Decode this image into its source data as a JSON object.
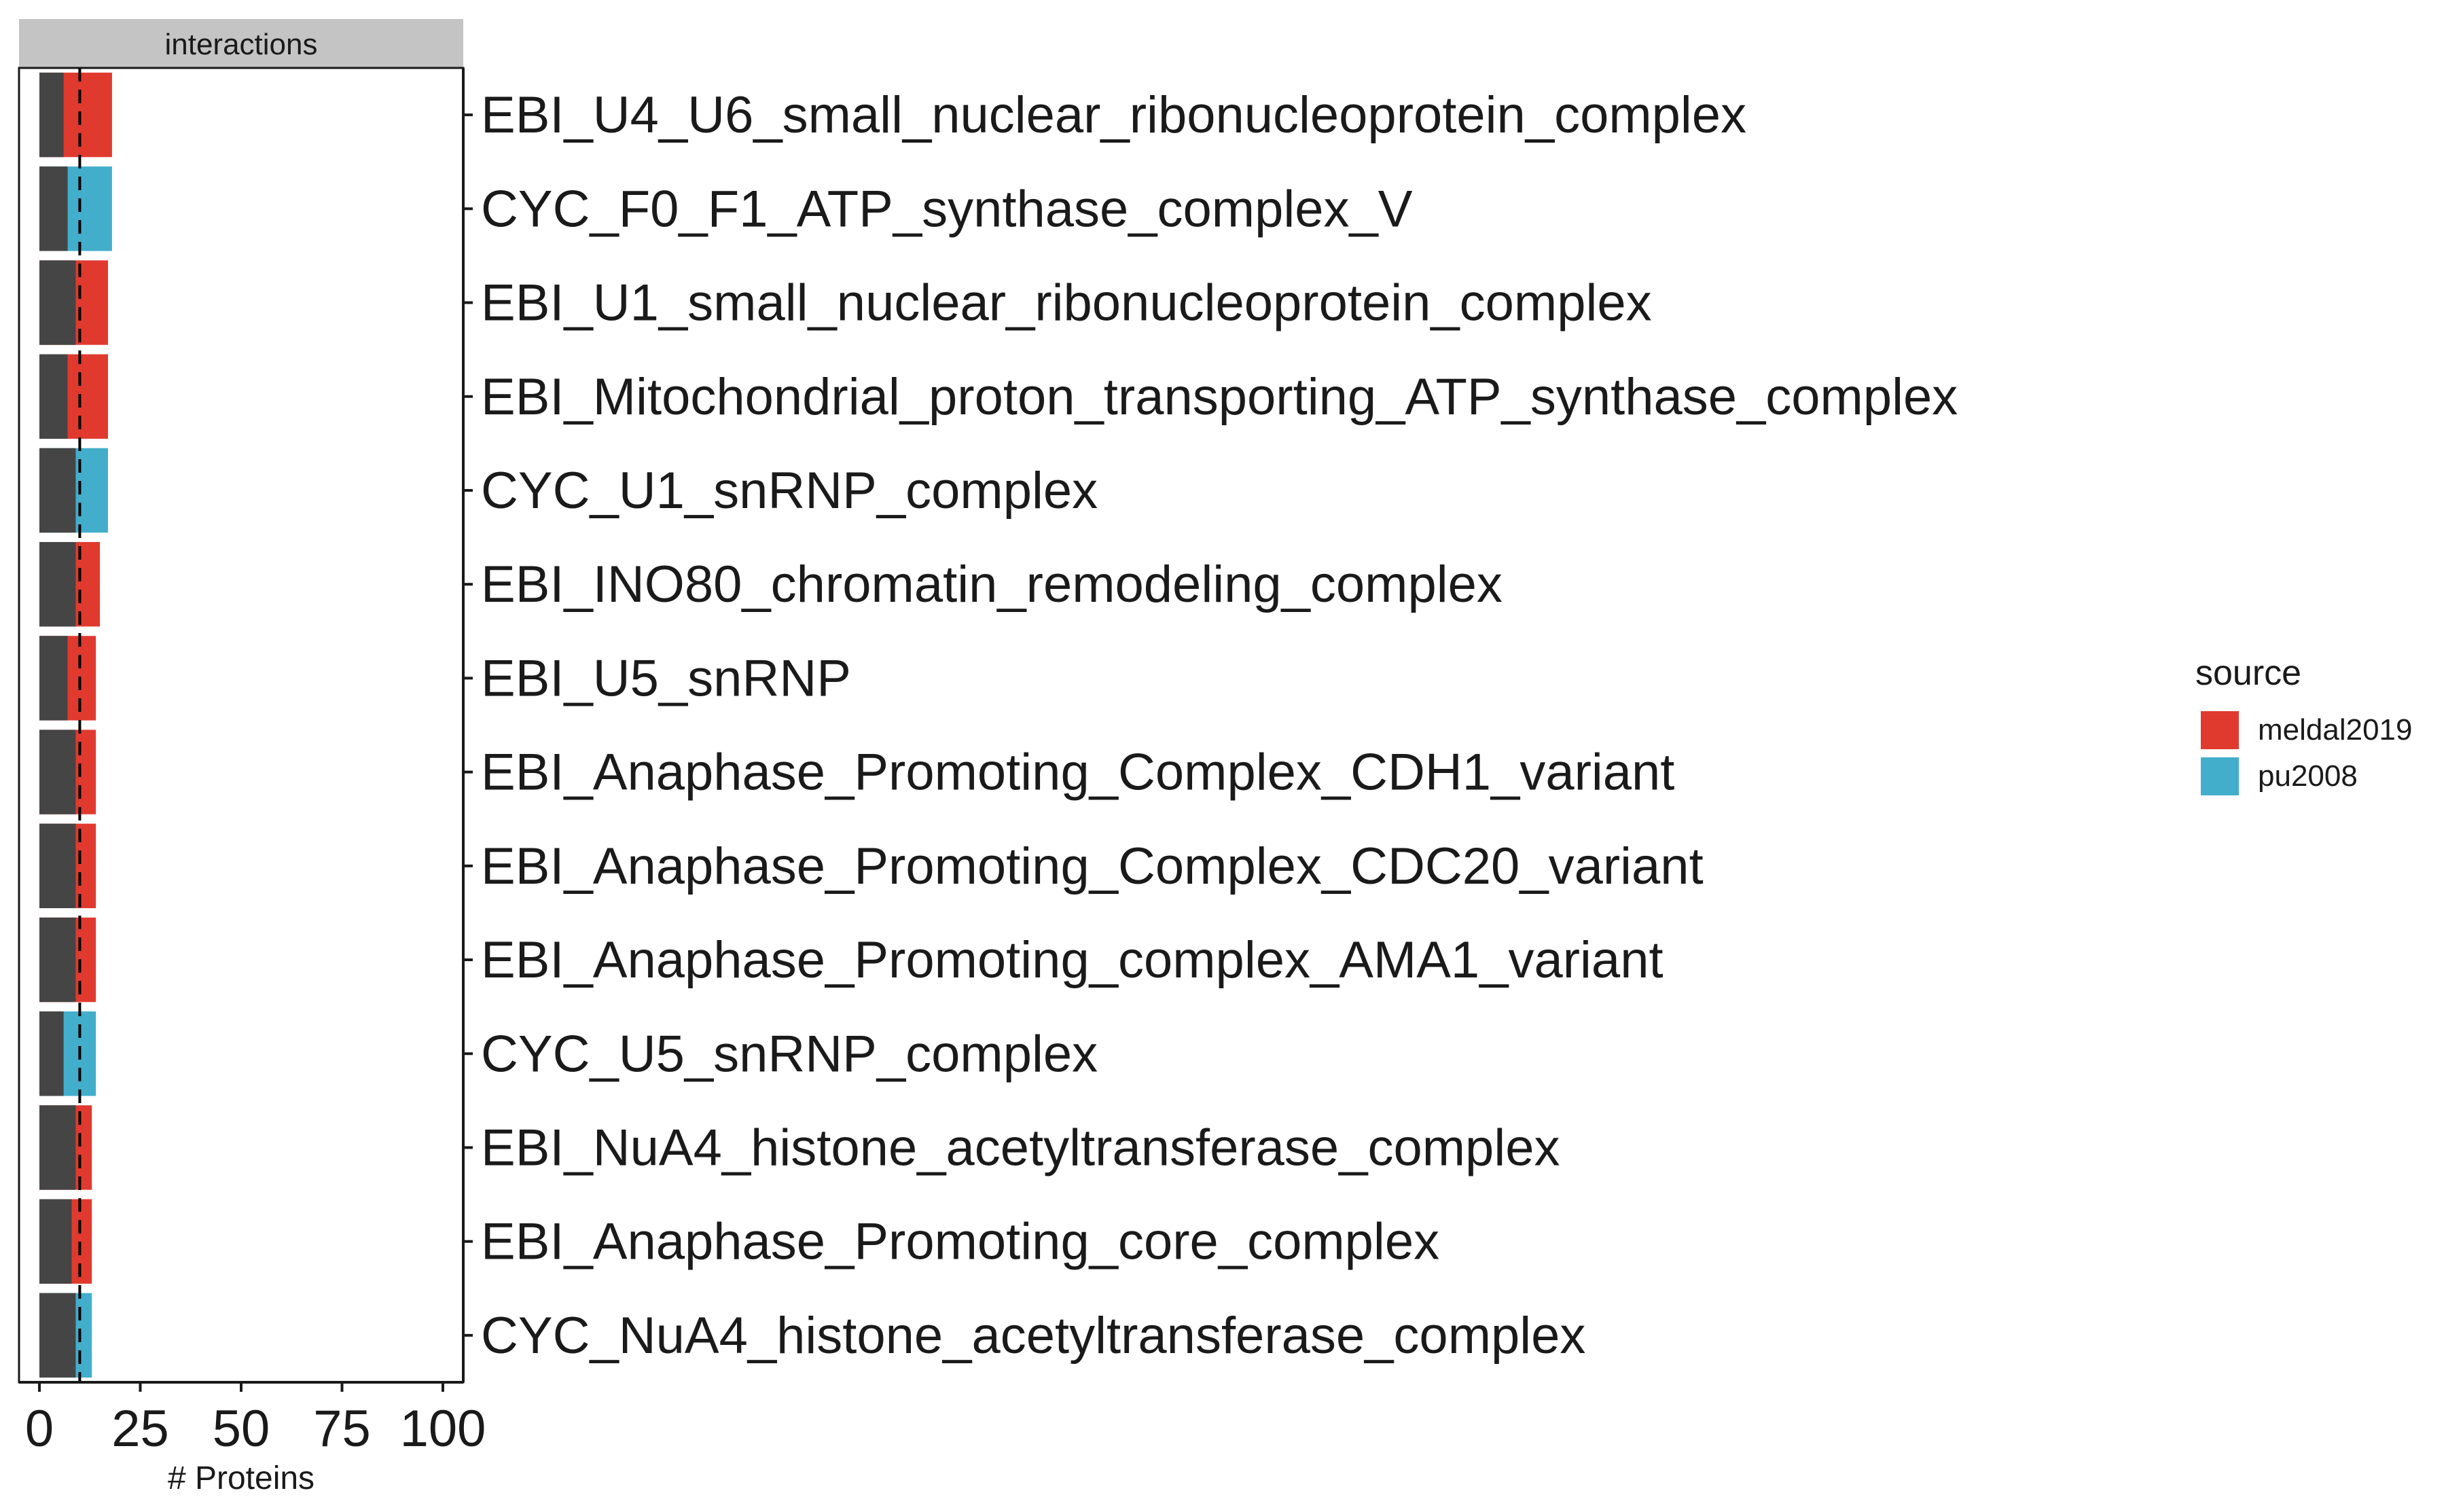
{
  "chart_data": {
    "type": "bar",
    "orientation": "horizontal",
    "stacked": true,
    "facet_title": "interactions",
    "xlabel": "# Proteins",
    "ylabel": "",
    "xlim": [
      0,
      100
    ],
    "x_ticks": [
      0,
      25,
      50,
      75,
      100
    ],
    "reference_line": 10,
    "legend": {
      "title": "source",
      "position": "right",
      "entries": [
        {
          "label": "meldal2019",
          "color": "#e03a2f"
        },
        {
          "label": "pu2008",
          "color": "#42aecb"
        }
      ]
    },
    "base_color": "#454545",
    "categories": [
      "EBI_U4_U6_small_nuclear_ribonucleoprotein_complex",
      "CYC_F0_F1_ATP_synthase_complex_V",
      "EBI_U1_small_nuclear_ribonucleoprotein_complex",
      "EBI_Mitochondrial_proton_transporting_ATP_synthase_complex",
      "CYC_U1_snRNP_complex",
      "EBI_INO80_chromatin_remodeling_complex",
      "EBI_U5_snRNP",
      "EBI_Anaphase_Promoting_Complex_CDH1_variant",
      "EBI_Anaphase_Promoting_Complex_CDC20_variant",
      "EBI_Anaphase_Promoting_complex_AMA1_variant",
      "CYC_U5_snRNP_complex",
      "EBI_NuA4_histone_acetyltransferase_complex",
      "EBI_Anaphase_Promoting_core_complex",
      "CYC_NuA4_histone_acetyltransferase_complex"
    ],
    "source": [
      "meldal2019",
      "pu2008",
      "meldal2019",
      "meldal2019",
      "pu2008",
      "meldal2019",
      "meldal2019",
      "meldal2019",
      "meldal2019",
      "meldal2019",
      "pu2008",
      "meldal2019",
      "meldal2019",
      "pu2008"
    ],
    "covered": [
      6,
      7,
      9,
      7,
      9,
      9,
      7,
      9,
      9,
      9,
      6,
      9,
      8,
      9
    ],
    "total": [
      18,
      18,
      17,
      17,
      17,
      15,
      14,
      14,
      14,
      14,
      14,
      13,
      13,
      13
    ]
  }
}
